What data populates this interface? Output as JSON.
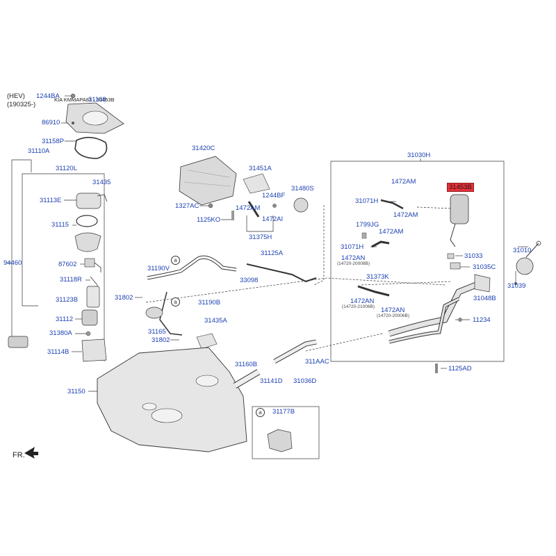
{
  "colors": {
    "label": "#1a3fb0",
    "highlight": "#e8313a",
    "line": "#333333",
    "part_fill": "#e4e4e4"
  },
  "header": {
    "variant": "(HEV)",
    "date": "(190325-)",
    "watermark": "KIA KMMAPA81 - 31453B"
  },
  "direction": "FR.",
  "callouts": {
    "a1": "a",
    "a2": "a",
    "inset_marker": "a"
  },
  "labels": {
    "p1244BA": "1244BA",
    "p31108": "31108",
    "p86910": "86910",
    "p31158P": "31158P",
    "p31110A": "31110A",
    "p31120L": "31120L",
    "p31435": "31435",
    "p31113E": "31113E",
    "p31115": "31115",
    "p87602": "87602",
    "p94460": "94460",
    "p31118R": "31118R",
    "p31123B": "31123B",
    "p31112": "31112",
    "p31380A": "31380A",
    "p31114B": "31114B",
    "p31150": "31150",
    "p31420C": "31420C",
    "p31451A": "31451A",
    "p31480S": "31480S",
    "p1327AC": "1327AC",
    "p1472AM_a": "1472AM",
    "p1244BF": "1244BF",
    "p1125KO": "1125KO",
    "p1472AI": "1472AI",
    "p31375H": "31375H",
    "p31125A": "31125A",
    "p33098": "33098",
    "p31190V": "31190V",
    "p31802_a": "31802",
    "p31190B": "31190B",
    "p31435A": "31435A",
    "p31165": "31165",
    "p31802_b": "31802",
    "p31160B": "31160B",
    "p31141D": "31141D",
    "p311AAC": "311AAC",
    "p31036D": "31036D",
    "p31177B": "31177B",
    "p31030H": "31030H",
    "p1472AM_b": "1472AM",
    "p31071H_a": "31071H",
    "p1472AM_c": "1472AM",
    "p31453B": "31453B",
    "p1799JG": "1799JG",
    "p1472AM_d": "1472AM",
    "p31071H_b": "31071H",
    "p1472AN_a": "1472AN",
    "p14720_20008B": "(14720-20008B)",
    "p31373K": "31373K",
    "p1472AN_b": "1472AN",
    "p14720_21006B": "(14720-21006B)",
    "p1472AN_c": "1472AN",
    "p14720_20006B": "(14720-20006B)",
    "p31033": "31033",
    "p31035C": "31035C",
    "p31048B": "31048B",
    "p11234": "11234",
    "p1125AD": "1125AD",
    "p31010": "31010",
    "p31039": "31039"
  }
}
